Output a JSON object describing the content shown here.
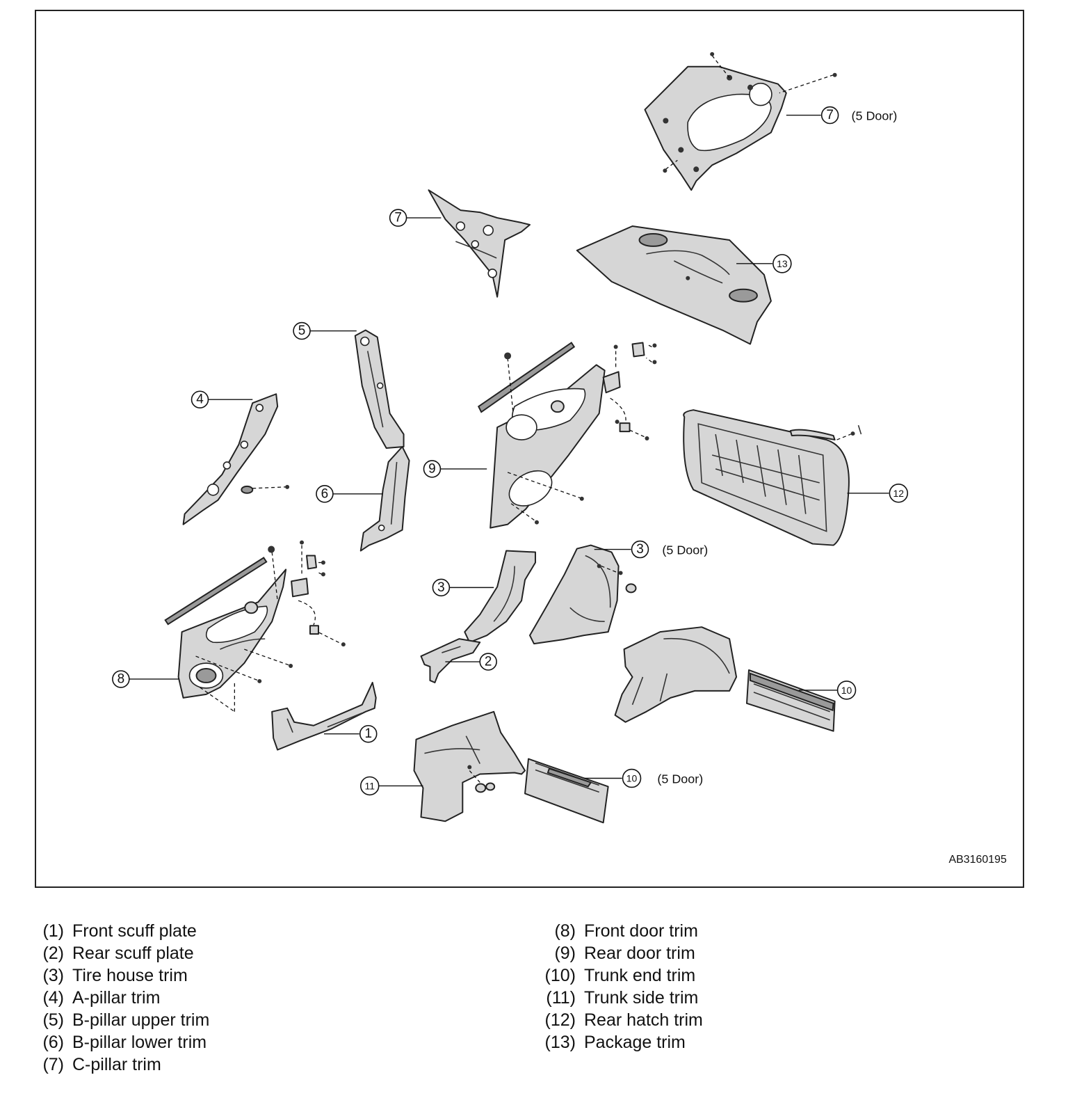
{
  "diagram": {
    "drawing_code": "AB3160195",
    "callouts": {
      "c1": "1",
      "c2": "2",
      "c3a": "3",
      "c3b": "3",
      "c4": "4",
      "c5": "5",
      "c6": "6",
      "c7a": "7",
      "c7b": "7",
      "c8": "8",
      "c9": "9",
      "c10a": "10",
      "c10b": "10",
      "c11": "11",
      "c12": "12",
      "c13": "13"
    },
    "notes": {
      "c7b": "(5 Door)",
      "c3b": "(5 Door)",
      "c10b": "(5 Door)"
    }
  },
  "legend": {
    "left": [
      {
        "num": "(1)",
        "label": "Front scuff plate"
      },
      {
        "num": "(2)",
        "label": "Rear scuff plate"
      },
      {
        "num": "(3)",
        "label": "Tire house trim"
      },
      {
        "num": "(4)",
        "label": "A-pillar trim"
      },
      {
        "num": "(5)",
        "label": "B-pillar upper trim"
      },
      {
        "num": "(6)",
        "label": "B-pillar lower trim"
      },
      {
        "num": "(7)",
        "label": "C-pillar trim"
      }
    ],
    "right": [
      {
        "num": "(8)",
        "label": "Front door trim"
      },
      {
        "num": "(9)",
        "label": "Rear door trim"
      },
      {
        "num": "(10)",
        "label": "Trunk end trim"
      },
      {
        "num": "(11)",
        "label": "Trunk side trim"
      },
      {
        "num": "(12)",
        "label": "Rear hatch trim"
      },
      {
        "num": "(13)",
        "label": "Package trim"
      }
    ]
  }
}
